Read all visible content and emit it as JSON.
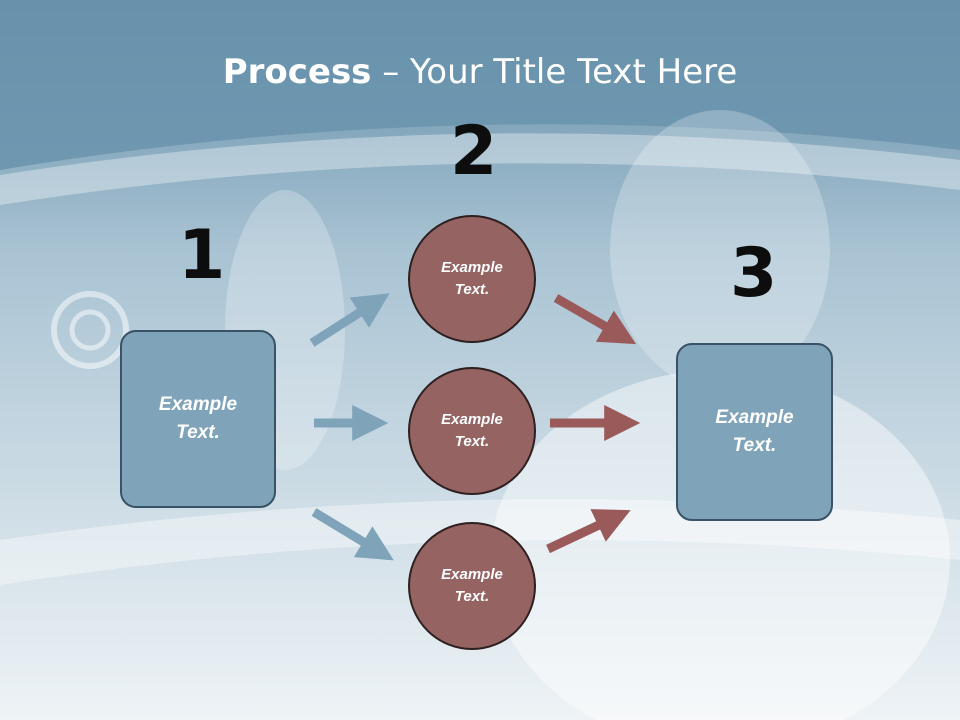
{
  "title": {
    "bold": "Process",
    "rest": " – Your Title Text Here"
  },
  "steps": {
    "one": "1",
    "two": "2",
    "three": "3"
  },
  "nodes": {
    "start": "Example\nText.",
    "top": "Example\nText.",
    "middle": "Example\nText.",
    "bottom": "Example\nText.",
    "end": "Example\nText."
  },
  "colors": {
    "box": "#7fa4ba",
    "circle": "#966363",
    "arrow_in": "#7fa4ba",
    "arrow_out": "#9a5a5a"
  }
}
